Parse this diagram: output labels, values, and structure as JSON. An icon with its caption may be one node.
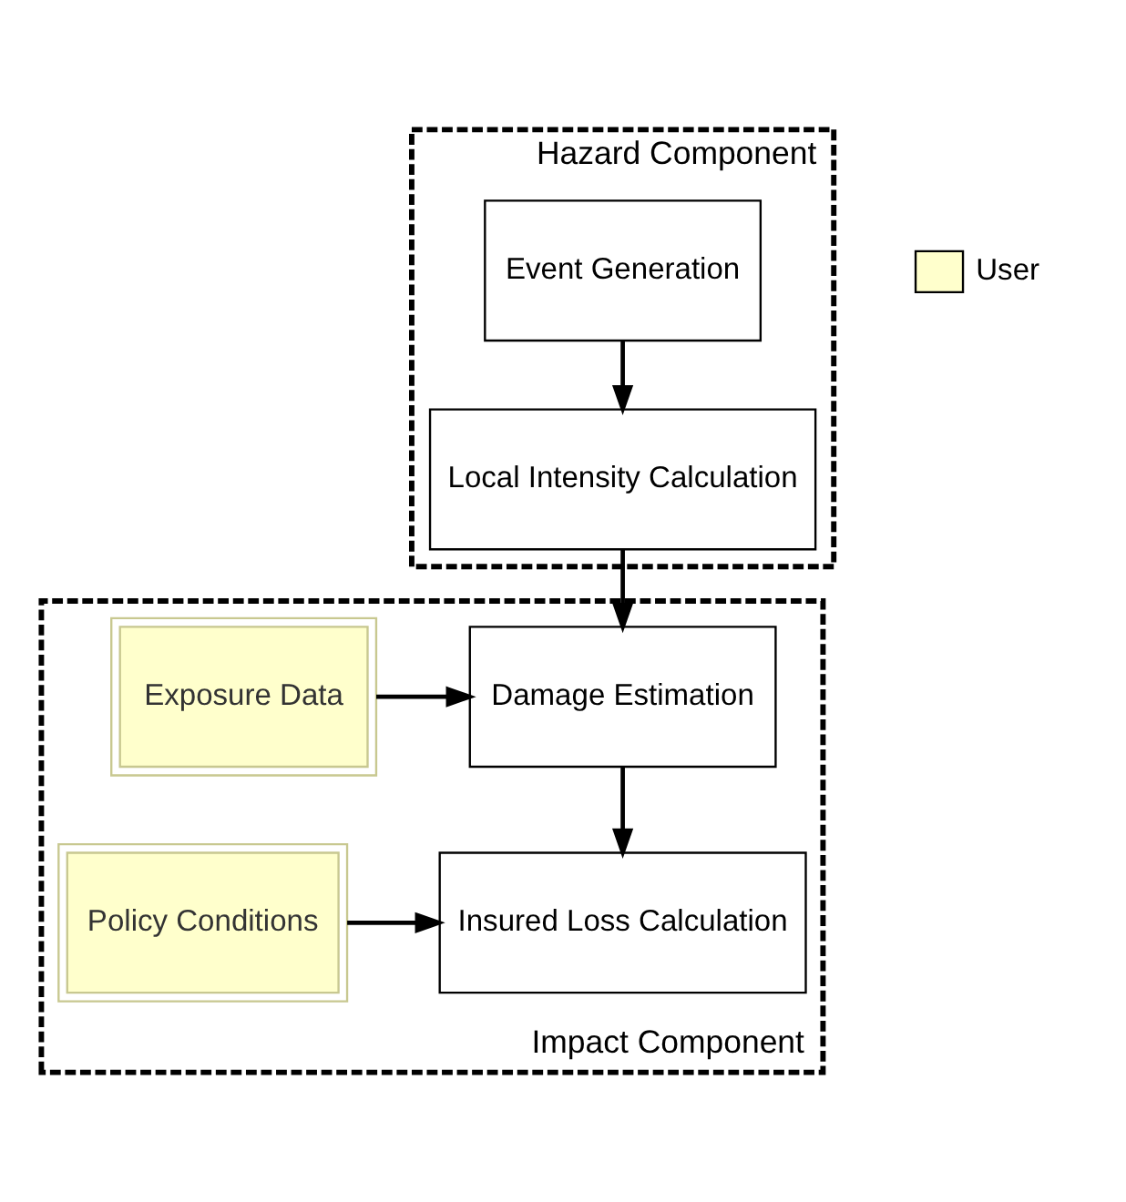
{
  "diagram": {
    "nodes": [
      {
        "text": [
          "Hazard Component"
        ]
      },
      {
        "text": [
          "Event Generation"
        ],
        "in": 0
      },
      {
        "text": [
          "Local Intensity Calculation"
        ],
        "in": 0
      },
      {
        "text": [
          "Impact Component"
        ]
      },
      {
        "text": [
          "Exposure Data"
        ],
        "in": 3
      },
      {
        "text": [
          "Damage Estimation"
        ],
        "in": 3
      },
      {
        "text": [
          "Policy Conditions"
        ],
        "in": 3
      },
      {
        "text": [
          "Insured Loss Calculation"
        ],
        "in": 3
      }
    ],
    "edges": [
      {
        "from": 1,
        "to": 2,
        "arrow": "to"
      },
      {
        "from": 2,
        "to": 5,
        "arrow": "to"
      },
      {
        "from": 4,
        "to": 5,
        "arrow": "to"
      },
      {
        "from": 5,
        "to": 7,
        "arrow": "to"
      },
      {
        "from": 6,
        "to": 7,
        "arrow": "to"
      }
    ],
    "legend": [
      {
        "text": "User",
        "color": "#ffffcc"
      }
    ]
  }
}
